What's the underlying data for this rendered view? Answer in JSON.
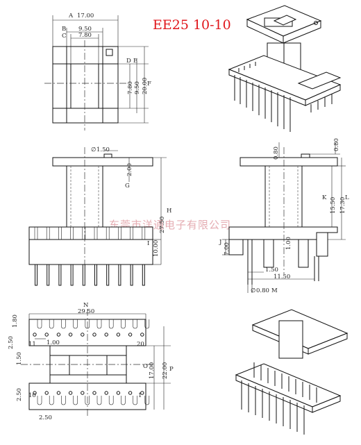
{
  "title": "EE25  10-10",
  "watermark": "东莞市洋通电子有限公司",
  "top_view": {
    "dims": {
      "A": "17.00",
      "B": "9.50",
      "C": "7.80",
      "D": "7.80",
      "E": "9.50",
      "F": "20.00"
    },
    "tags": {
      "A": "A",
      "B": "B",
      "C": "C",
      "D": "D",
      "E": "E",
      "F": "F"
    }
  },
  "front_view": {
    "dims": {
      "slot": "1.50",
      "G": "2.00",
      "H": "27.50",
      "I": "10.00"
    },
    "tags": {
      "G": "G",
      "H": "H",
      "I": "I"
    },
    "prefix": "∅"
  },
  "side_view": {
    "dims": {
      "top_a": "0.80",
      "top_b": "0.80",
      "K": "15.50",
      "L": "17.30",
      "J": "7.00",
      "inner": "1.00",
      "pitch_a": "1.50",
      "pitch_b": "11.50",
      "pin": "0.80"
    },
    "tags": {
      "K": "K",
      "L": "L",
      "J": "J",
      "M": "M"
    },
    "prefix": "∅"
  },
  "bottom_view": {
    "dims": {
      "N": "29.50",
      "left_a": "1.80",
      "left_b": "2.50",
      "left_c": "1.50",
      "left_d": "2.50",
      "pin_gap": "1.00",
      "O": "17.00",
      "P": "22.00",
      "pitch": "2.50"
    },
    "tags": {
      "N": "N",
      "O": "O",
      "P": "P"
    },
    "pins": {
      "p11": "11",
      "p20": "20",
      "p10": "10",
      "p1": "1"
    }
  }
}
